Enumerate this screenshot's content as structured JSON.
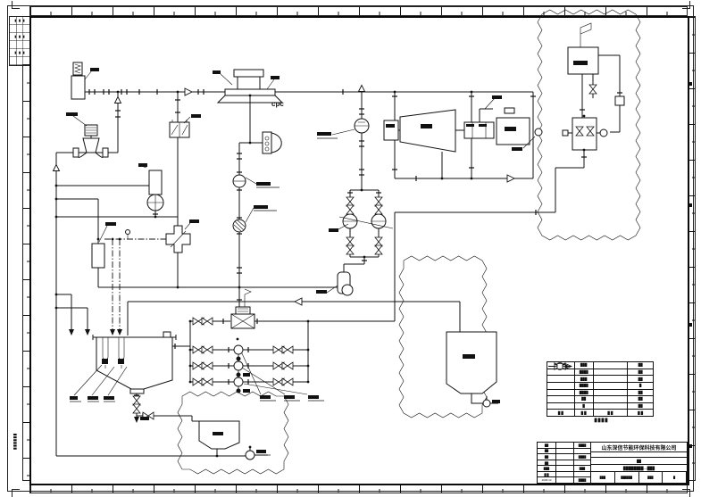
{
  "drawing": {
    "cpc_label": "cpc",
    "company": "山东深信节能环保科技有限公司",
    "stamp_date": "2008.10",
    "side_note": "██████",
    "rev_cell": "█"
  },
  "legend": {
    "rows": [
      {
        "ls": "solid",
        "ll": "███",
        "rs": "dashdot",
        "rl": "██"
      },
      {
        "ls": "dashed",
        "ll": "████",
        "rs": "solid",
        "rl": "██"
      },
      {
        "ls": "thin",
        "ll": "███",
        "rs": "arrow-tick",
        "rl": "██"
      },
      {
        "ls": "valve",
        "ll": "████",
        "rs": "instr",
        "rl": "█"
      },
      {
        "ls": "valve-stem",
        "ll": "████",
        "rs": "open-arrow",
        "rl": "██"
      },
      {
        "ls": "valve-filled",
        "ll": "██",
        "rs": "filled-arrow",
        "rl": "██"
      },
      {
        "ls": "valve-circle",
        "ll": "█",
        "rs": "square",
        "rl": "██"
      }
    ],
    "footer": [
      "█ █",
      "█ █",
      "█ █",
      "█ █"
    ],
    "caption": "█ █ █ █"
  },
  "title_block": {
    "left_rows": [
      "██",
      "██",
      "██",
      "██",
      "███",
      "█ █",
      "██"
    ],
    "mid_cells": [
      "████",
      "████",
      "███",
      "████",
      "█ █"
    ],
    "project_row": "██",
    "title_row": "████████—███",
    "bottom_cells": [
      "███",
      "██████",
      "███",
      "█"
    ]
  }
}
